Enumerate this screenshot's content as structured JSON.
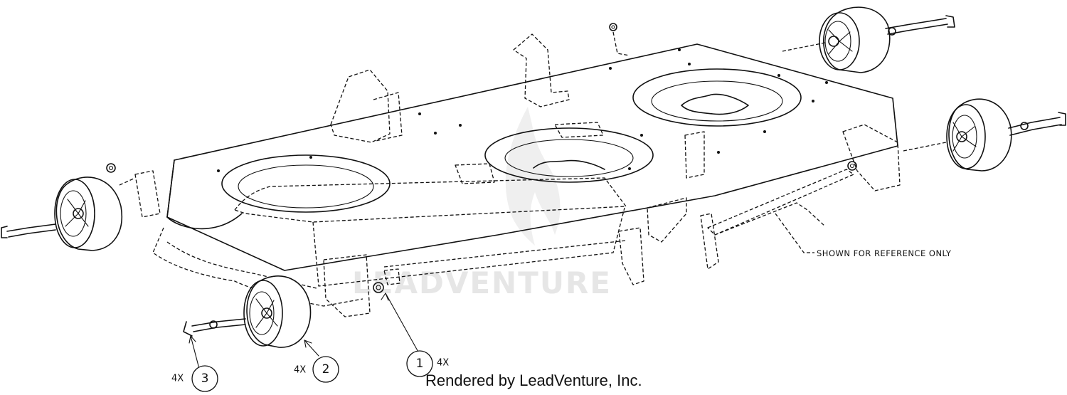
{
  "watermark": {
    "text": "LEADVENTURE"
  },
  "note": {
    "text": "SHOWN FOR REFERENCE ONLY"
  },
  "callouts": [
    {
      "number": "1",
      "quantity": "4X"
    },
    {
      "number": "2",
      "quantity": "4X"
    },
    {
      "number": "3",
      "quantity": "4X"
    }
  ],
  "footer": {
    "text": "Rendered by LeadVenture, Inc."
  }
}
